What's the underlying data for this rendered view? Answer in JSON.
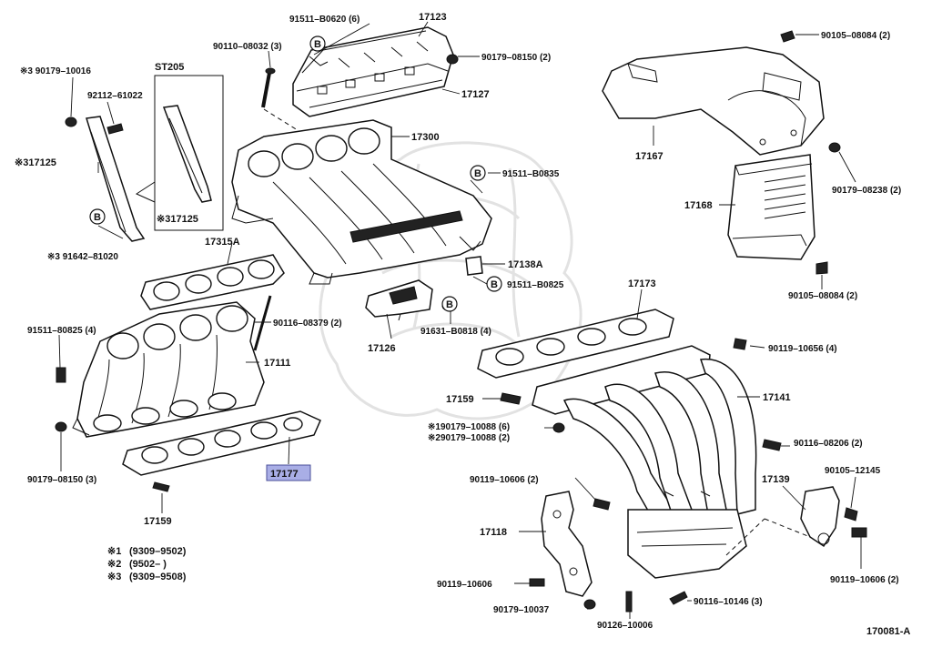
{
  "diagram": {
    "ref_code": "170081-A",
    "highlighted_part": "17177",
    "labels": {
      "p91511_b0620": "91511–B0620 (6)",
      "p17123": "17123",
      "p90110_08032": "90110–08032 (3)",
      "p90179_08150_top": "90179–08150 (2)",
      "p17127": "17127",
      "p90105_08084_top": "90105–08084 (2)",
      "p90179_10016": "※3 90179–10016",
      "pST205": "ST205",
      "p92112_61022": "92112–61022",
      "p17300": "17300",
      "p17167": "17167",
      "p17125_left": "※317125",
      "p17125_inner": "※317125",
      "p91511_b0835": "91511–B0835",
      "p90179_08238": "90179–08238 (2)",
      "p17168": "17168",
      "p91642_81020": "※3 91642–81020",
      "p17315A": "17315A",
      "p17138A": "17138A",
      "p91511_b0825_r": "91511–B0825",
      "p90105_08084_r": "90105–08084 (2)",
      "p91511_80825": "91511–80825 (4)",
      "p90116_08379": "90116–08379 (2)",
      "p17126": "17126",
      "p91631_b0818": "91631–B0818 (4)",
      "p17173": "17173",
      "p17111": "17111",
      "p90119_10656": "90119–10656 (4)",
      "p17159_mid": "17159",
      "p17141": "17141",
      "p90179_10088_1": "※190179–10088 (6)",
      "p90179_10088_2": "※290179–10088 (2)",
      "p90116_08206": "90116–08206 (2)",
      "p90179_08150_l": "90179–08150 (3)",
      "p17177": "17177",
      "p90119_10606_top": "90119–10606 (2)",
      "p17139": "17139",
      "p90105_12145": "90105–12145",
      "p17159_bot": "17159",
      "p17118": "17118",
      "p90119_10606_r": "90119–10606 (2)",
      "p90119_10606_l": "90119–10606",
      "p90116_10146": "90116–10146 (3)",
      "p90179_10037": "90179–10037",
      "p90126_10006": "90126–10006"
    },
    "circle_marker": "B",
    "legend": [
      {
        "mark": "※1",
        "text": "(9309–9502)"
      },
      {
        "mark": "※2",
        "text": "(9502–        )"
      },
      {
        "mark": "※3",
        "text": "(9309–9508)"
      }
    ]
  }
}
